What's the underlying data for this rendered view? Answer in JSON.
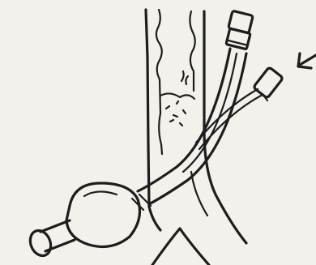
{
  "figure": {
    "background_color": "#f2f1ec",
    "ink_color": "#1d1d1d",
    "labels": []
  },
  "elements": {
    "trachea": "trachea-tube-wall",
    "secretions": "secretion-deposit",
    "endotracheal_tube": "endotracheal-tube",
    "tube_connector": "tube-connector",
    "inflation_line": "pilot-inflation-line",
    "pilot_valve": "pilot-valve",
    "cuff": "inflated-cuff",
    "arrow": "arrow-icon",
    "bifurcation": "bronchial-bifurcation"
  }
}
